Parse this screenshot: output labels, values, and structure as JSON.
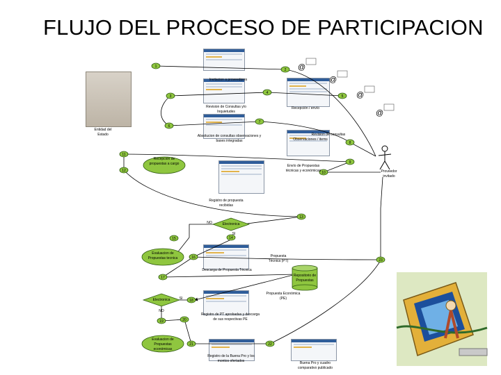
{
  "title": "FLUJO DEL PROCESO DE PARTICIPACION",
  "labels": {
    "invitacion": "Invitacion a proveedores",
    "revision_consultas": "Revision de Consultas y/o Inquietudes",
    "recepcion_envio": "Recepción / envío",
    "absolucion": "Absolucion de consultas observaciones y bases integradas",
    "revision_consultas_2": "Revision de consultas",
    "obs_items": "Observaciones / items",
    "entidad": "Entidad del Estado",
    "recepcion_propuestas": "Recepción de propuestas a cargo",
    "envio_propuestas": "Envío de Propuestas técnicas y económicas",
    "proveedor": "Proveedor invitado",
    "registro_propuestas": "Registro de propuesta recibidas",
    "electronica": "Electronica",
    "evaluacion_tecnica": "Evaluacion de Propuestas tecnica",
    "propuesta_tecnica": "Propuesta Técnica (PT)",
    "descarga_pt": "Descarga de Propuesta Técnica",
    "repositorio": "Repositorio de Propuestas",
    "propuesta_economica": "Propuesta Económica (PE)",
    "electronica_2": "Electronica",
    "registro_pt": "Registro de PT aprobadas y descarga de sus respectivas PE",
    "evaluacion_economica": "Evaluacion de Propuestas económicas",
    "registro_buena_pro": "Registro de la Buena Pro y los montos ofertados",
    "buena_pro": "Buena Pro y cuadro comparativo publicado",
    "no_1": "NO",
    "si_1": "SI",
    "no_2": "NO",
    "si_2": "SI"
  },
  "nodes": {
    "n1": "1",
    "n2": "2",
    "n3": "3",
    "n4": "4",
    "n5": "5",
    "n6": "6",
    "n7": "7",
    "n8": "8",
    "n9": "9",
    "n10": "10",
    "n11": "11",
    "n12": "12",
    "n13": "13",
    "n14": "14",
    "n15": "15",
    "n16": "16",
    "n17": "17",
    "n18": "18",
    "n19": "19",
    "n20": "20",
    "n21": "21",
    "n22": "22",
    "n23": "23"
  },
  "colors": {
    "node_fill": "#8fc63f",
    "node_stroke": "#2f5a12",
    "line": "#000000"
  }
}
